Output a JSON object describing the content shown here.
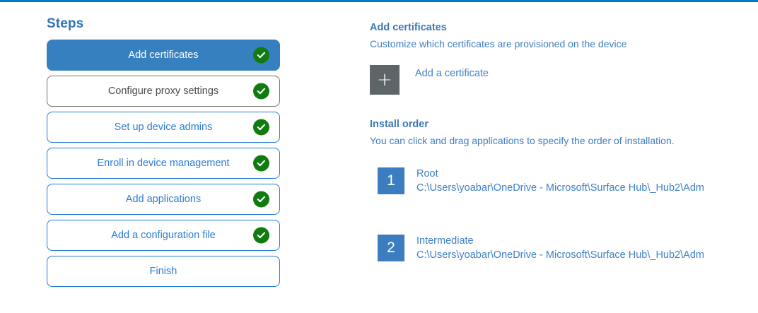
{
  "theme": {
    "accent_rule": "#0078c8",
    "active_step_bg": "#3680c0",
    "step_border": "#1e7ad6",
    "muted_step_border": "#707070",
    "check_green": "#107c10",
    "heading_blue": "#3c78b4",
    "body_blue": "#3f80c6",
    "plus_box_gray": "#5d6569",
    "badge_blue": "#3b7dbf"
  },
  "steps_panel": {
    "title": "Steps",
    "items": [
      {
        "label": "Add certificates",
        "state": "active",
        "complete": true
      },
      {
        "label": "Configure proxy settings",
        "state": "muted",
        "complete": true
      },
      {
        "label": "Set up device admins",
        "state": "normal",
        "complete": true
      },
      {
        "label": "Enroll in device management",
        "state": "normal",
        "complete": true
      },
      {
        "label": "Add applications",
        "state": "normal",
        "complete": true
      },
      {
        "label": "Add a configuration file",
        "state": "normal",
        "complete": true
      },
      {
        "label": "Finish",
        "state": "normal",
        "complete": false
      }
    ]
  },
  "detail": {
    "heading": "Add certificates",
    "subheading": "Customize which certificates are provisioned on the device",
    "add_certificate": {
      "icon": "plus-icon",
      "label": "Add a certificate"
    },
    "install_order": {
      "heading": "Install order",
      "subheading": "You can click and drag applications to specify the order of installation.",
      "items": [
        {
          "number": "1",
          "name": "Root",
          "path": "C:\\Users\\yoabar\\OneDrive - Microsoft\\Surface Hub\\_Hub2\\Adm"
        },
        {
          "number": "2",
          "name": "Intermediate",
          "path": "C:\\Users\\yoabar\\OneDrive - Microsoft\\Surface Hub\\_Hub2\\Adm"
        }
      ]
    }
  }
}
